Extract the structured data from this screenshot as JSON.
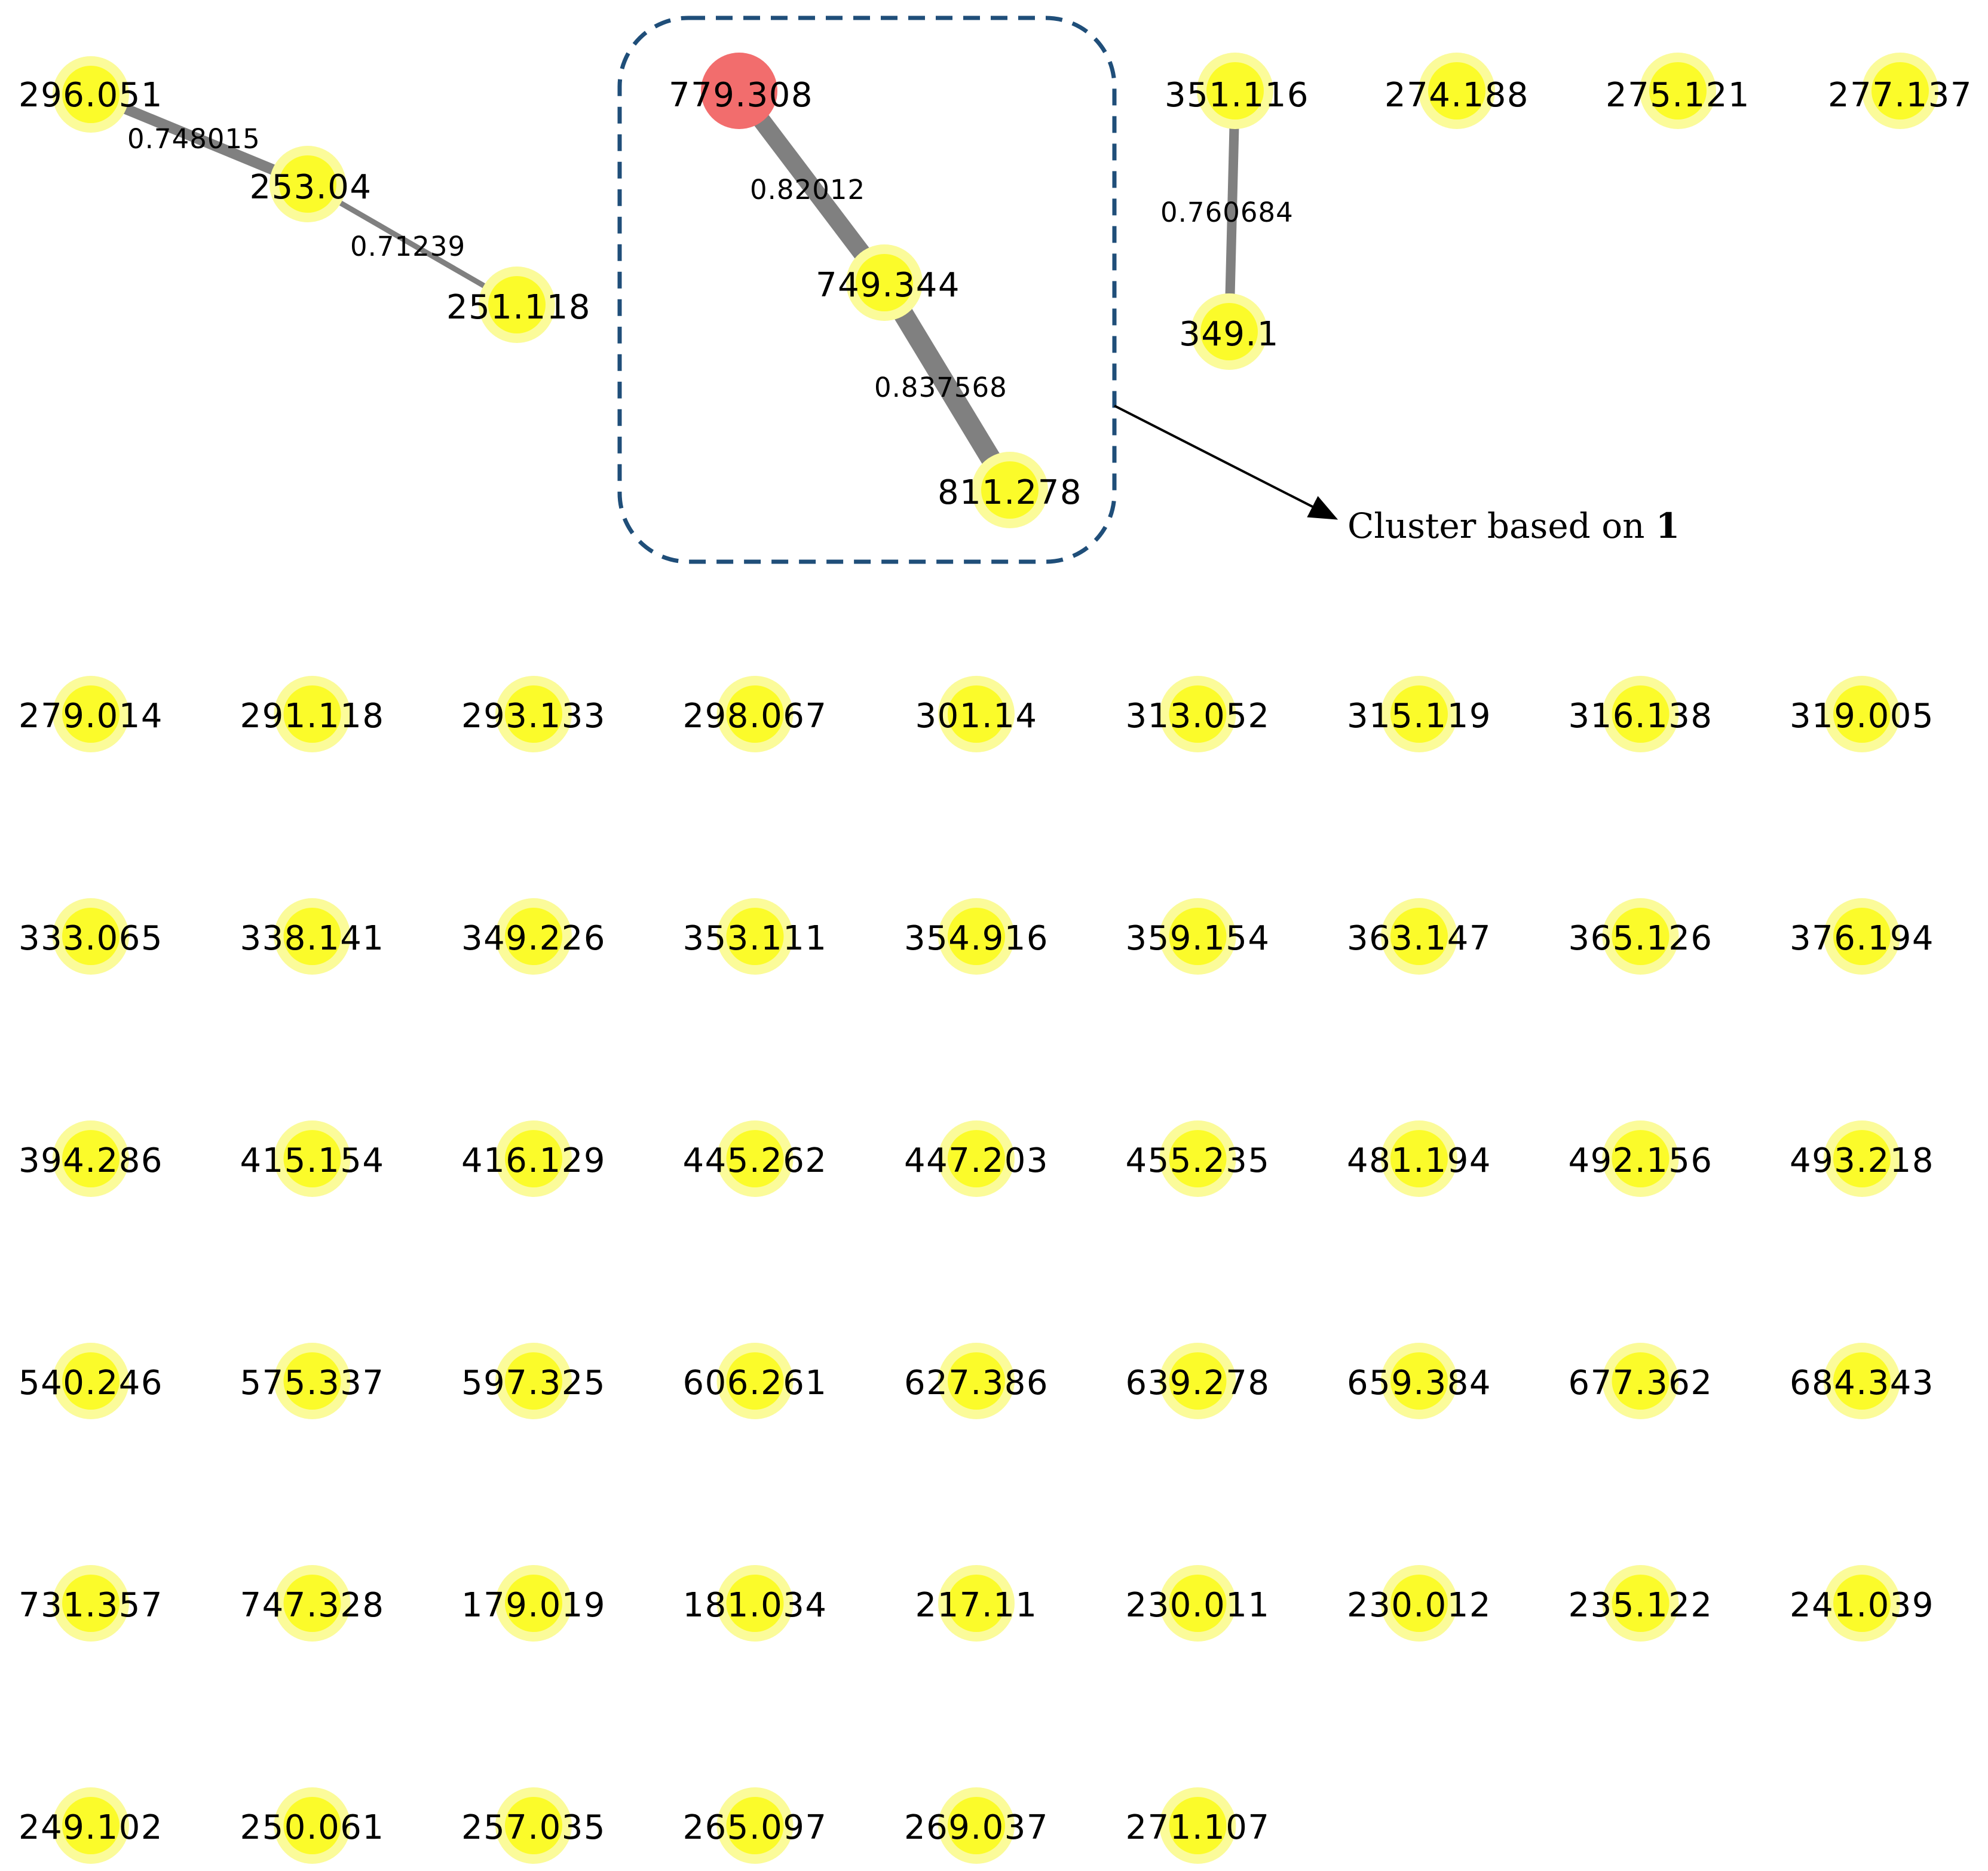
{
  "colors": {
    "node_fill": "#fbfb2a",
    "node_halo": "#fbfb9a",
    "highlight_node": "#f26d6d",
    "edge": "#808080",
    "cluster_border": "#1f4e79",
    "arrow": "#000000"
  },
  "nodes": {
    "n296": "296.051",
    "n253": "253.04",
    "n251": "251.118",
    "n779": "779.308",
    "n749": "749.344",
    "n811": "811.278",
    "n351": "351.116",
    "n349": "349.1",
    "n274": "274.188",
    "n275": "275.121",
    "n277": "277.137"
  },
  "edges": {
    "e1": "0.748015",
    "e2": "0.71239",
    "e3": "0.82012",
    "e4": "0.837568",
    "e5": "0.760684"
  },
  "grid_nodes": [
    "279.014",
    "291.118",
    "293.133",
    "298.067",
    "301.14",
    "313.052",
    "315.119",
    "316.138",
    "319.005",
    "333.065",
    "338.141",
    "349.226",
    "353.111",
    "354.916",
    "359.154",
    "363.147",
    "365.126",
    "376.194",
    "394.286",
    "415.154",
    "416.129",
    "445.262",
    "447.203",
    "455.235",
    "481.194",
    "492.156",
    "493.218",
    "540.246",
    "575.337",
    "597.325",
    "606.261",
    "627.386",
    "639.278",
    "659.384",
    "677.362",
    "684.343",
    "731.357",
    "747.328",
    "179.019",
    "181.034",
    "217.11",
    "230.011",
    "230.012",
    "235.122",
    "241.039",
    "249.102",
    "250.061",
    "257.035",
    "265.097",
    "269.037",
    "271.107"
  ],
  "annotation": {
    "text": "Cluster based on ",
    "compound": "1"
  }
}
